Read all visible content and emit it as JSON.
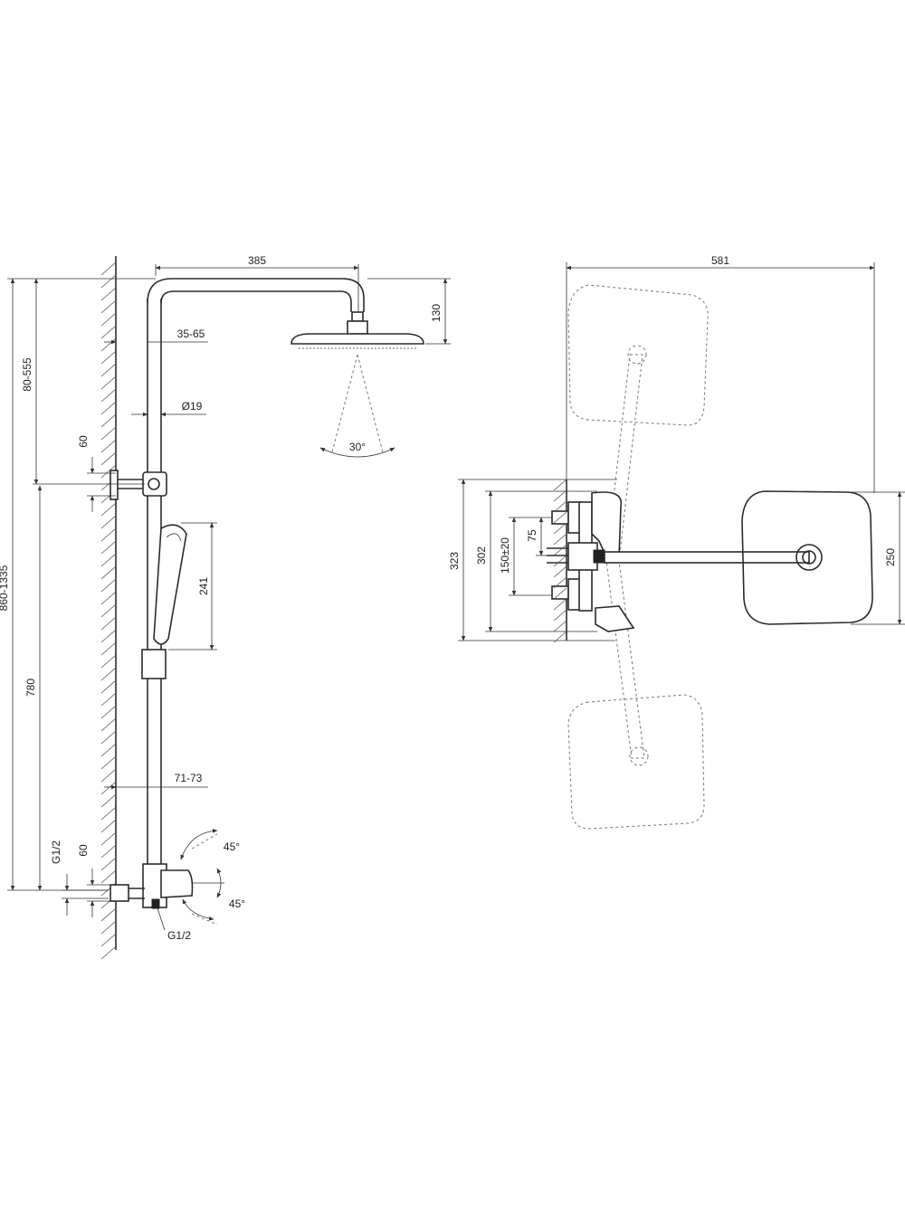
{
  "side_view": {
    "dims": {
      "arm_length": "385",
      "head_height": "130",
      "wall_to_pipe": "35-65",
      "pipe_diameter": "Ø19",
      "spray_angle": "30°",
      "upper_range": "80-555",
      "bracket_spacing": "60",
      "total_height": "860-1335",
      "hand_shower_length": "241",
      "lower_height": "780",
      "mixer_offset": "71-73",
      "lower_spacing": "60",
      "inlet_thread": "G1/2",
      "outlet_thread": "G1/2",
      "rotation_upper": "45°",
      "rotation_lower": "45°"
    }
  },
  "top_view": {
    "dims": {
      "total_reach": "581",
      "mixer_depth": "323",
      "body_depth": "302",
      "inlet_spacing": "150±20",
      "handle_offset": "75",
      "head_size": "250"
    }
  }
}
